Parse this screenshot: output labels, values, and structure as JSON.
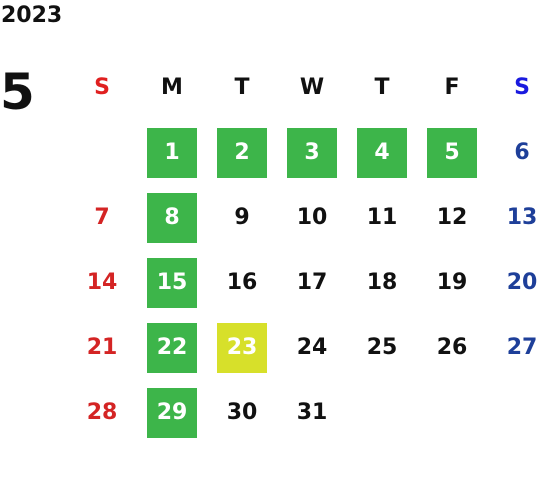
{
  "year": "2023",
  "month": "5",
  "weekdays": [
    "S",
    "M",
    "T",
    "W",
    "T",
    "F",
    "S"
  ],
  "colors": {
    "sunday_header": "#e02020",
    "saturday_header": "#1a1adf",
    "sunday_day": "#d42424",
    "saturday_day": "#1e3f99",
    "holiday_bg": "#3db54a",
    "today_bg": "#d7e02a",
    "text": "#111111"
  },
  "weeks": [
    [
      null,
      {
        "d": "1",
        "hl": "holiday"
      },
      {
        "d": "2",
        "hl": "holiday"
      },
      {
        "d": "3",
        "hl": "holiday"
      },
      {
        "d": "4",
        "hl": "holiday"
      },
      {
        "d": "5",
        "hl": "holiday"
      },
      {
        "d": "6"
      }
    ],
    [
      {
        "d": "7"
      },
      {
        "d": "8",
        "hl": "holiday"
      },
      {
        "d": "9"
      },
      {
        "d": "10"
      },
      {
        "d": "11"
      },
      {
        "d": "12"
      },
      {
        "d": "13"
      }
    ],
    [
      {
        "d": "14"
      },
      {
        "d": "15",
        "hl": "holiday"
      },
      {
        "d": "16"
      },
      {
        "d": "17"
      },
      {
        "d": "18"
      },
      {
        "d": "19"
      },
      {
        "d": "20"
      }
    ],
    [
      {
        "d": "21"
      },
      {
        "d": "22",
        "hl": "holiday"
      },
      {
        "d": "23",
        "hl": "today"
      },
      {
        "d": "24"
      },
      {
        "d": "25"
      },
      {
        "d": "26"
      },
      {
        "d": "27"
      }
    ],
    [
      {
        "d": "28"
      },
      {
        "d": "29",
        "hl": "holiday"
      },
      {
        "d": "30"
      },
      {
        "d": "31"
      },
      null,
      null,
      null
    ]
  ]
}
